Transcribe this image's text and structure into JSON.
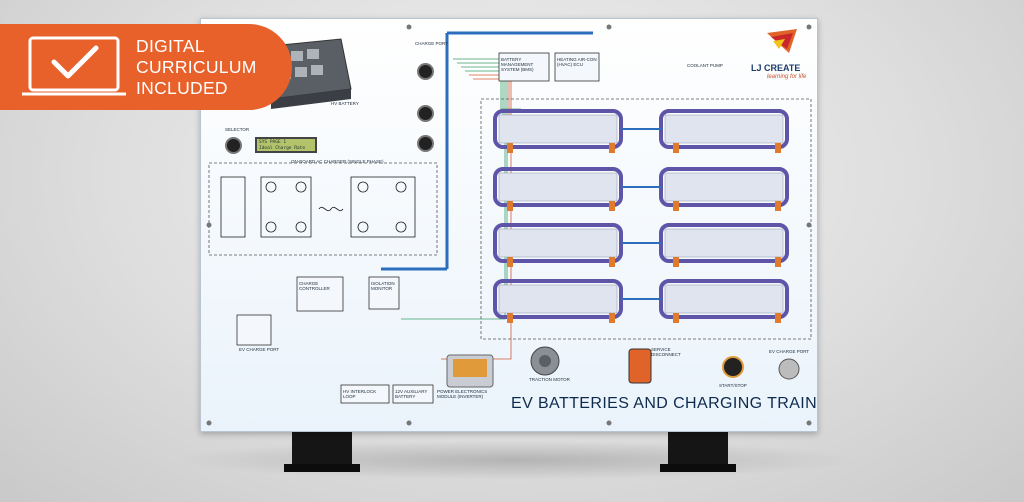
{
  "banner": {
    "lines": [
      "DIGITAL",
      "CURRICULUM",
      "INCLUDED"
    ],
    "check_icon": "laptop-check-icon",
    "color": "#e8612b"
  },
  "brand": {
    "name": "LJ CREATE",
    "tagline": "learning for life"
  },
  "panel": {
    "title": "EV BATTERIES AND CHARGING TRAINER",
    "selector": "SELECTOR",
    "lcd_line1": "SYS PAGE 1",
    "lcd_line2": "Ideal Charge Rate",
    "charger": "ON-BOARD AC CHARGER (SINGLE PHASE)",
    "hv_battery": "HV BATTERY",
    "charge_port": "CHARGE PORT",
    "bms": "BATTERY MANAGEMENT SYSTEM (BMS)",
    "heating": "HEATING AIR-CON (HVAC) ECU",
    "coolant": "COOLANT PUMP",
    "charge_controller": "CHARGE CONTROLLER",
    "isolation": "ISOLATION MONITOR",
    "ev_charge_port": "EV CHARGE PORT",
    "pe_module": "POWER ELECTRONICS MODULE (INVERTER)",
    "traction_motor": "TRACTION MOTOR",
    "service_disconnect": "SERVICE DISCONNECT",
    "start_stop": "START/STOP",
    "ev_charge_port_right": "EV CHARGE PORT",
    "hv_loop": "HV INTERLOCK LOOP",
    "aux_battery": "12V AUXILIARY BATTERY"
  },
  "colors": {
    "hv_cable": "#2a6ebd",
    "cell_module": "#5e54a8",
    "connector": "#e07a2c",
    "background": "#e1e1e1"
  }
}
